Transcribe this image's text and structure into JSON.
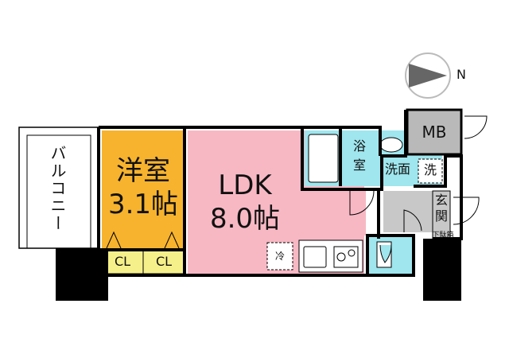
{
  "compass": {
    "north": "N"
  },
  "rooms": {
    "balcony": "バルコニー",
    "western_room_name": "洋室",
    "western_room_size": "3.1帖",
    "ldk_name": "LDK",
    "ldk_size": "8.0帖",
    "bath_line1": "浴",
    "bath_line2": "室",
    "washroom": "洗面",
    "washer": "洗",
    "mb": "MB",
    "entrance_line1": "玄",
    "entrance_line2": "関",
    "shoe_box": "下駄箱",
    "closet_1": "CL",
    "closet_2": "CL",
    "fridge": "冷"
  },
  "colors": {
    "western_room": "#f7b32e",
    "ldk": "#f7b8c4",
    "wet_area": "#9fe6ee",
    "closet": "#f6f08a",
    "entrance": "#c8c8c8",
    "mb": "#b9b9b9",
    "wall": "#000000"
  }
}
